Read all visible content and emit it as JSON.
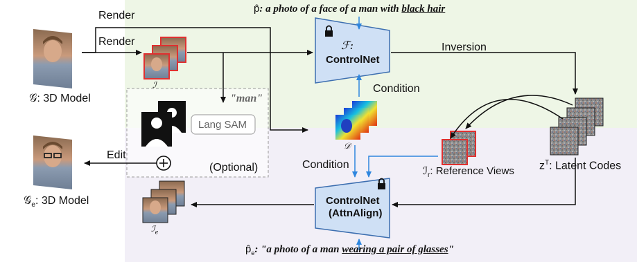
{
  "labels": {
    "render_top": "Render",
    "render_mid": "Render",
    "inversion": "Inversion",
    "condition_up": "Condition",
    "condition_down": "Condition",
    "edit": "Edit",
    "optional": "(Optional)",
    "lang_sam": "Lang SAM",
    "man_prompt": "\"man\"",
    "controlnet": "ControlNet",
    "controlnet_attn_line1": "ControlNet",
    "controlnet_attn_line2": "(AttnAlign)",
    "model_G": "𝒢: 3D Model",
    "model_Ge_sym": "𝒢",
    "model_Ge_sub": "e",
    "model_Ge_text": ": 3D Model",
    "I_sym": "ℐ",
    "Ie_sym": "ℐ",
    "Ie_sub": "e",
    "D_sym": "𝒟",
    "F_sym": "ℱ:",
    "Ir_sym": "ℐ",
    "Ir_sub": "r",
    "Ir_text": ": Reference Views",
    "zT_sym": "z",
    "zT_sup": "T",
    "zT_text": ": Latent Codes"
  },
  "prompts": {
    "top_sym": "p̂",
    "top_text": ":  a photo of a face of a man with ",
    "top_ul": "black hair",
    "bottom_sym": "p̂",
    "bottom_sub": "e",
    "bottom_text": ":  \"a photo of a man ",
    "bottom_ul": "wearing a pair of glasses",
    "bottom_end": "\""
  },
  "colors": {
    "green_region": "#eef6e6",
    "purple_region": "#f2eff7",
    "controlnet_fill": "#cfe0f5",
    "controlnet_stroke": "#3d6fb0",
    "blue_arrow": "#2e86de",
    "red_frame": "#e03030"
  }
}
